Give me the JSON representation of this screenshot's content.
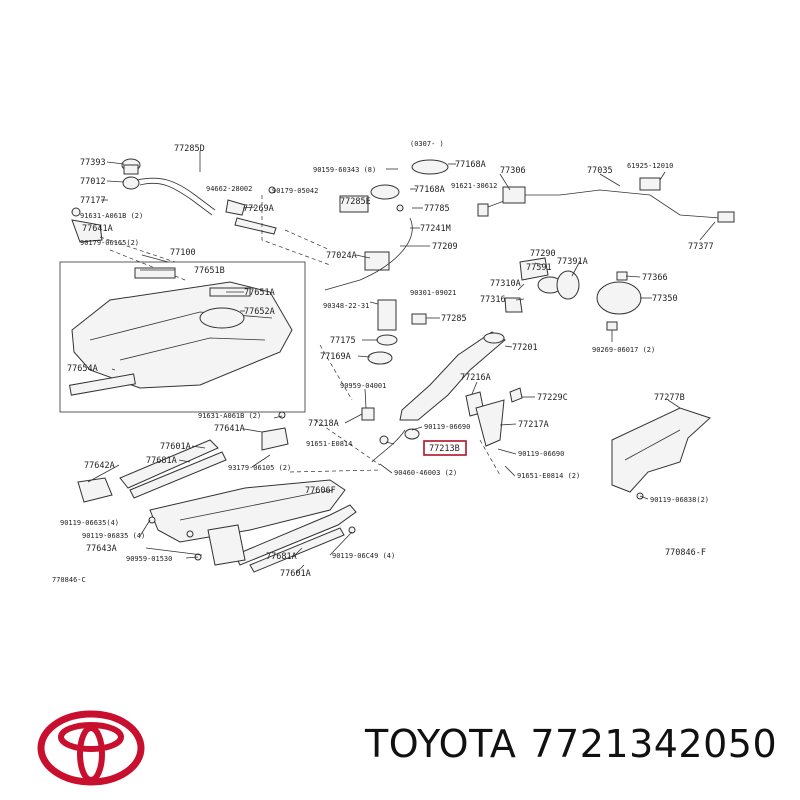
{
  "labels": {
    "l77393": "77393",
    "l77285d": "77285D",
    "l77012": "77012",
    "l77177": "77177",
    "l91631a": "91631-A061B (2)",
    "l77641a_top": "77641A",
    "l90179a": "90179-06165(2)",
    "l77100": "77100",
    "l94662": "94662-28002",
    "l90179b": "90179-05042",
    "l77269a": "77269A",
    "l0307": "(0307-    )",
    "l90159": "90159-60343 (8)",
    "l77168a": "77168A",
    "l77168a_b": "77168A",
    "l77285e": "77285E",
    "l77785": "77785",
    "l77241m": "77241M",
    "l77024a": "77024A",
    "l77209": "77209",
    "l77306": "77306",
    "l91621": "91621-30612",
    "l77035": "77035",
    "l61925": "61925-12010",
    "l77377": "77377",
    "l77651b": "77651B",
    "l77651a": "77651A",
    "l77652a": "77652A",
    "l77654a": "77654A",
    "l90301": "90301-09021",
    "l90348": "90348-22-31",
    "l77285": "77285",
    "l77175": "77175",
    "l77169a": "77169A",
    "l77290": "77290",
    "l77591": "77591",
    "l77391a": "77391A",
    "l77366": "77366",
    "l77310a": "77310A",
    "l77316": "77316",
    "l77350": "77350",
    "l90269": "90269-06017 (2)",
    "l77201": "77201",
    "l77216a": "77216A",
    "l90959": "90959-04001",
    "l77229c": "77229C",
    "l77277b": "77277B",
    "l91631b": "91631-A061B (2)",
    "l77641a_mid": "77641A",
    "l77218a": "77218A",
    "l90119a": "90119-06690",
    "l77217a": "77217A",
    "l91651a": "91651-E0814",
    "l77213b": "77213B",
    "l90119b": "90119-06690",
    "l90460": "90460-46003 (2)",
    "l91651b": "91651-E0814 (2)",
    "l77601a_top": "77601A",
    "l77681a_top": "77681A",
    "l77642a": "77642A",
    "l93179": "93179-06105 (2)",
    "l77606f": "77606F",
    "l90119c": "90119-06635(4)",
    "l90119d": "90119-06835 (4)",
    "l77643a": "77643A",
    "l90959b": "90959-01530",
    "l77681a_bot": "77681A",
    "l77601a_bot": "77601A",
    "l90119e": "90119-06C49 (4)",
    "l90119f": "90119-06838(2)",
    "l770846f": "770846-F",
    "l770846c": "770846-C"
  },
  "footer": {
    "brand": "TOYOTA",
    "part_number": "7721342050"
  },
  "colors": {
    "highlight": "#b0102a",
    "logo": "#c8102e",
    "ink": "#222222"
  },
  "icons": {
    "logo": "toyota-logo-icon"
  }
}
